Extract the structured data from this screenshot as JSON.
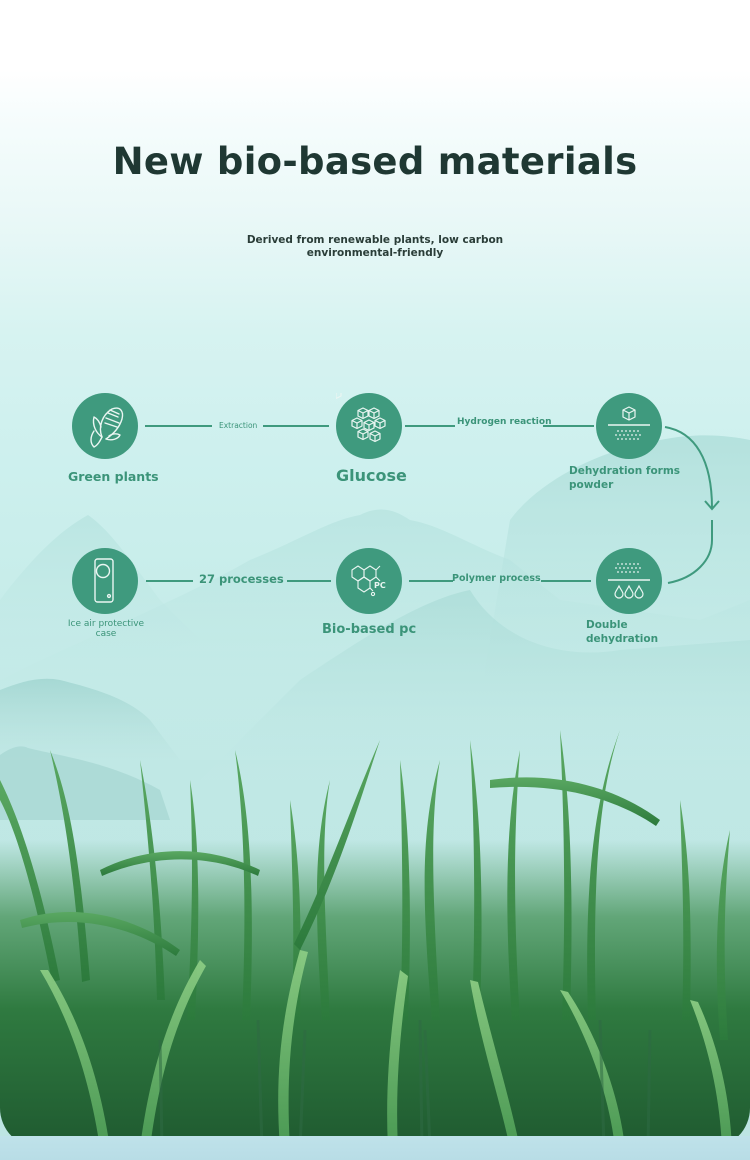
{
  "header": {
    "title": "New bio-based materials",
    "subtitle_line1": "Derived from renewable plants, low carbon",
    "subtitle_line2": "environmental-friendly"
  },
  "process": {
    "nodes": [
      {
        "id": "green-plants",
        "label": "Green plants",
        "icon": "corn-icon"
      },
      {
        "id": "glucose",
        "label": "Glucose",
        "icon": "cubes-icon"
      },
      {
        "id": "dehydration-powder",
        "label_line1": "Dehydration forms",
        "label_line2": "powder",
        "icon": "powder-cube-icon"
      },
      {
        "id": "double-dehydration",
        "label_line1": "Double",
        "label_line2": "dehydration",
        "icon": "water-drops-icon"
      },
      {
        "id": "bio-based-pc",
        "label": "Bio-based pc",
        "icon": "molecule-pc-icon",
        "icon_text": "PC"
      },
      {
        "id": "ice-air-case",
        "label_line1": "Ice air protective",
        "label_line2": "case",
        "icon": "phone-case-icon"
      }
    ],
    "steps": [
      {
        "from": "green-plants",
        "to": "glucose",
        "label": "Extraction"
      },
      {
        "from": "glucose",
        "to": "dehydration-powder",
        "label": "Hydrogen reaction"
      },
      {
        "from": "dehydration-powder",
        "to": "double-dehydration",
        "label": ""
      },
      {
        "from": "double-dehydration",
        "to": "bio-based-pc",
        "label": "Polymer process"
      },
      {
        "from": "bio-based-pc",
        "to": "ice-air-case",
        "label": "27 processes"
      }
    ]
  },
  "colors": {
    "accent": "#3f9a7e",
    "title": "#1f3833",
    "label": "#3b9479",
    "background_top": "#ffffff",
    "background_mid": "#cdf0ee"
  },
  "scene": {
    "background": "misty-mountains",
    "foreground": "green-grass-field"
  }
}
